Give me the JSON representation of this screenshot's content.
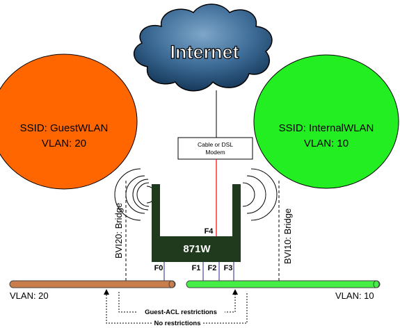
{
  "cloud": {
    "label": "Internet"
  },
  "modem": {
    "line1": "Cable or DSL",
    "line2": "Modem"
  },
  "router": {
    "name": "871W",
    "port_wan": "F4",
    "ports": [
      "F0",
      "F1",
      "F2",
      "F3"
    ]
  },
  "wlan_guest": {
    "ssid": "SSID: GuestWLAN",
    "vlan": "VLAN: 20",
    "color": "#ff6600",
    "bridge": "BVI20: Bridge"
  },
  "wlan_internal": {
    "ssid": "SSID: InternalWLAN",
    "vlan": "VLAN: 10",
    "color": "#22ee22",
    "bridge": "BVI10: Bridge"
  },
  "lan_guest": {
    "label": "VLAN: 20",
    "color": "#c87d4a"
  },
  "lan_internal": {
    "label": "VLAN: 10",
    "color": "#44ee44"
  },
  "rules": {
    "guest_acl": "Guest-ACL restrictions",
    "none": "No restrictions"
  }
}
